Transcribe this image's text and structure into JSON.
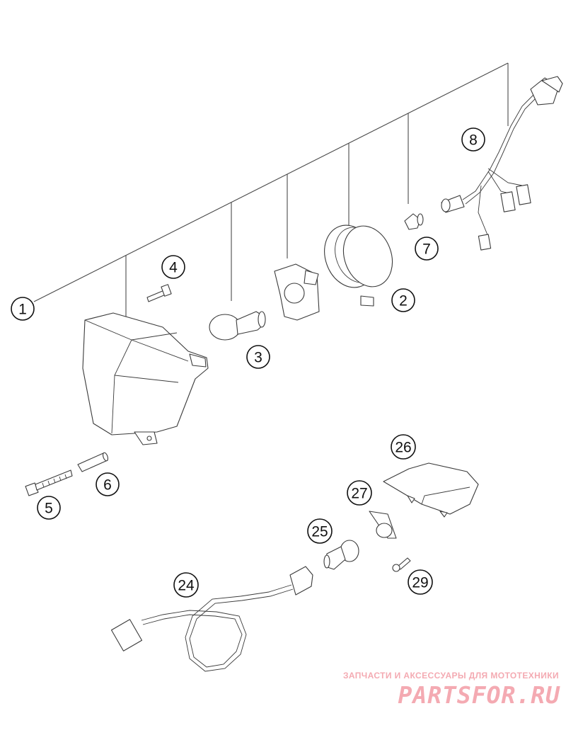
{
  "callouts": {
    "c1": "1",
    "c2": "2",
    "c3": "3",
    "c4": "4",
    "c5": "5",
    "c6": "6",
    "c7": "7",
    "c8": "8",
    "c24": "24",
    "c25": "25",
    "c26": "26",
    "c27": "27",
    "c29": "29"
  },
  "watermark": {
    "tagline": "ЗАПЧАСТИ И АКСЕССУАРЫ ДЛЯ МОТОТЕХНИКИ",
    "logo": "PARTSFOR.RU",
    "color": "#f4aab2"
  },
  "colors": {
    "line": "#3a3a3a",
    "background": "#ffffff"
  }
}
